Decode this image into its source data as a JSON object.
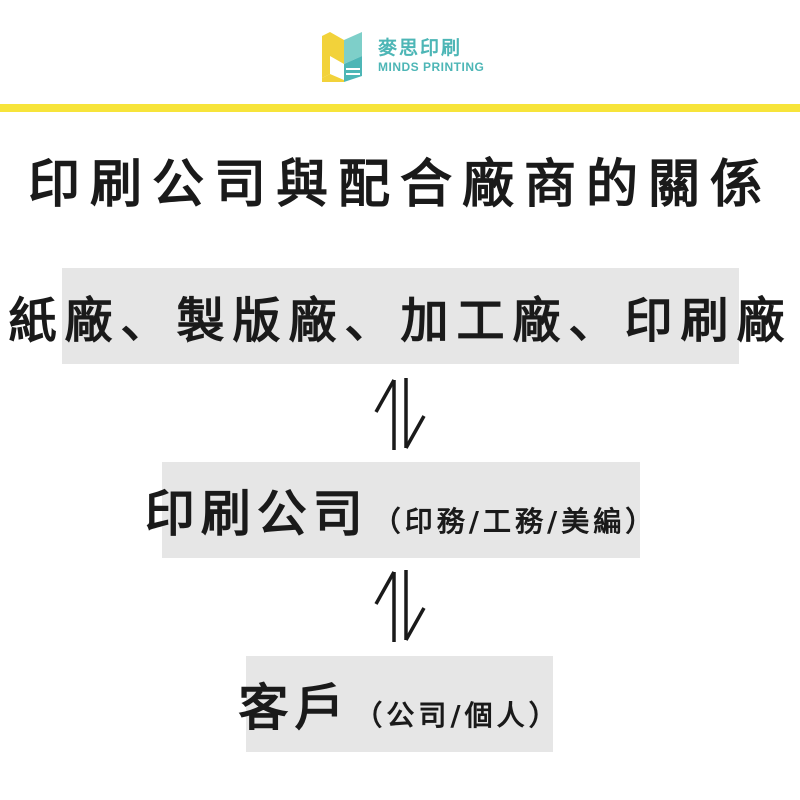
{
  "brand": {
    "name": "麥思印刷",
    "subtitle": "MINDS PRINTING",
    "logo_icon": "book-logo-icon",
    "colors": {
      "teal": "#4db6b6",
      "yellow": "#f7e43a"
    }
  },
  "divider_color": "#f7e43a",
  "title": "印刷公司與配合廠商的關係",
  "nodes": [
    {
      "label": "紙廠、製版廠、加工廠、印刷廠",
      "note": ""
    },
    {
      "label": "印刷公司",
      "note": "（印務/工務/美編）"
    },
    {
      "label": "客戶",
      "note": "（公司/個人）"
    }
  ],
  "connectors": [
    {
      "icon": "bidirectional-arrows-icon"
    },
    {
      "icon": "bidirectional-arrows-icon"
    }
  ],
  "box_color": "#e6e6e6"
}
